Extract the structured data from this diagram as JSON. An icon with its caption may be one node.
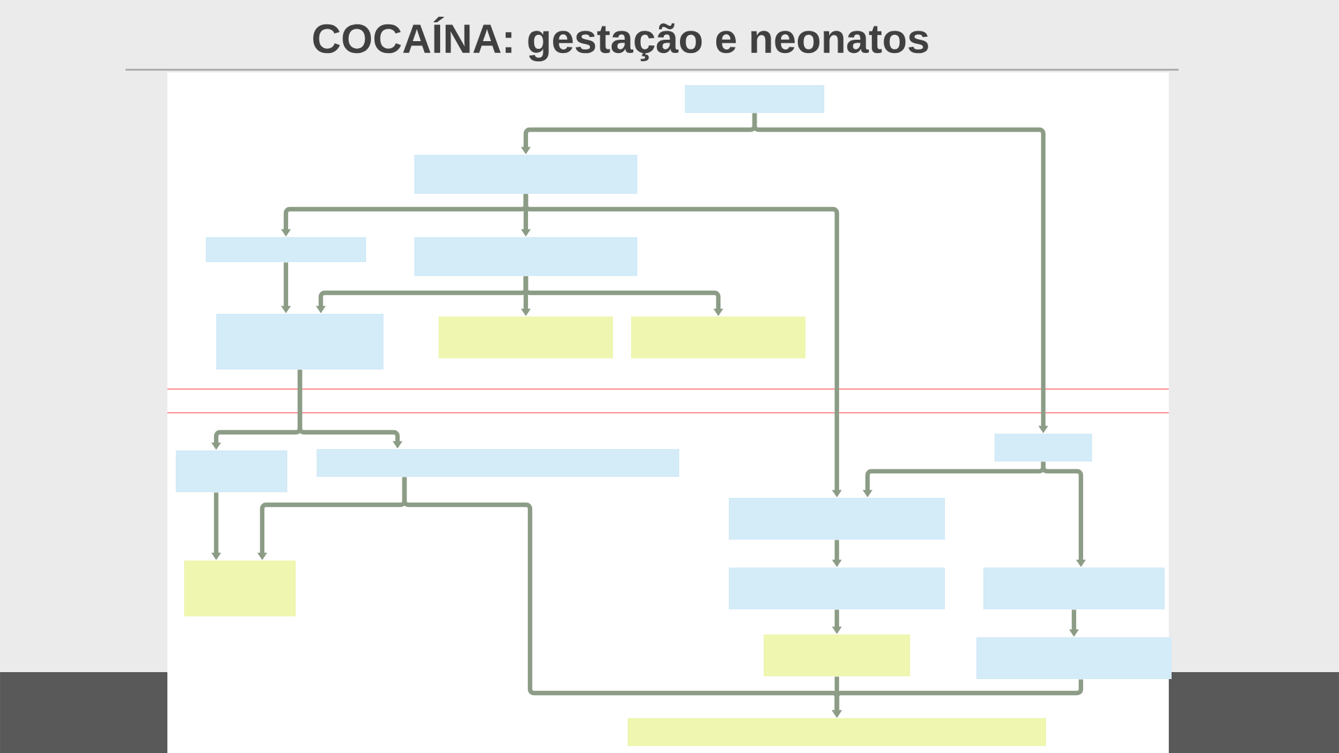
{
  "diagram": {
    "title": "COCAÍNA: gestação e neonatos",
    "nodes": [
      {
        "text": [],
        "shape": "box"
      },
      {
        "text": [],
        "shape": "box"
      },
      {
        "text": [],
        "shape": "box"
      },
      {
        "text": [],
        "shape": "box"
      },
      {
        "text": [],
        "shape": "box"
      },
      {
        "text": [],
        "shape": "box"
      },
      {
        "text": [],
        "shape": "box"
      },
      {
        "text": [],
        "shape": "box"
      },
      {
        "text": [],
        "shape": "box"
      },
      {
        "text": [],
        "shape": "box"
      },
      {
        "text": [],
        "shape": "box"
      },
      {
        "text": [],
        "shape": "box"
      },
      {
        "text": [],
        "shape": "box"
      },
      {
        "text": [],
        "shape": "box"
      },
      {
        "text": [],
        "shape": "box"
      },
      {
        "text": [],
        "shape": "box"
      },
      {
        "text": [],
        "shape": "box"
      }
    ],
    "edges": [
      {
        "from": 0,
        "to": 1,
        "arrow": "to"
      },
      {
        "from": 0,
        "to": 7,
        "arrow": "to"
      },
      {
        "from": 1,
        "to": 2,
        "arrow": "to"
      },
      {
        "from": 1,
        "to": 3,
        "arrow": "to"
      },
      {
        "from": 1,
        "to": 10,
        "arrow": "to"
      },
      {
        "from": 2,
        "to": 4,
        "arrow": "to"
      },
      {
        "from": 3,
        "to": 4,
        "arrow": "to"
      },
      {
        "from": 3,
        "to": 5,
        "arrow": "to"
      },
      {
        "from": 3,
        "to": 6,
        "arrow": "to"
      },
      {
        "from": 4,
        "to": 8,
        "arrow": "to"
      },
      {
        "from": 4,
        "to": 9,
        "arrow": "to"
      },
      {
        "from": 8,
        "to": 11,
        "arrow": "to"
      },
      {
        "from": 9,
        "to": 11,
        "arrow": "to"
      },
      {
        "from": 9,
        "to": 16,
        "arrow": "to"
      },
      {
        "from": 7,
        "to": 10,
        "arrow": "to"
      },
      {
        "from": 7,
        "to": 13,
        "arrow": "to"
      },
      {
        "from": 10,
        "to": 12,
        "arrow": "to"
      },
      {
        "from": 12,
        "to": 14,
        "arrow": "to"
      },
      {
        "from": 14,
        "to": 16,
        "arrow": "to"
      },
      {
        "from": 13,
        "to": 15,
        "arrow": "to"
      },
      {
        "from": 15,
        "to": 16,
        "arrow": "to"
      }
    ]
  }
}
